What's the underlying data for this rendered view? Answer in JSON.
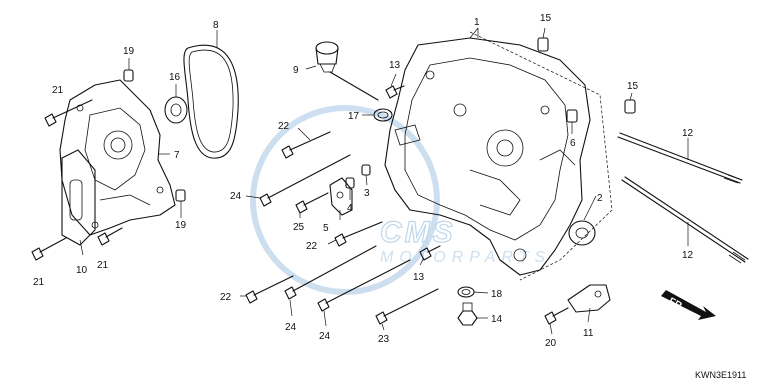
{
  "watermark": {
    "brand": "CMS",
    "sub": "MOTORPARTS",
    "color": "#b7d3ea"
  },
  "direction": {
    "label": "FR.",
    "icon": "forward-arrow-icon"
  },
  "diagram_code": "KWN3E1911",
  "callouts": {
    "c1": "1",
    "c2": "2",
    "c3": "3",
    "c4": "4",
    "c5": "5",
    "c6": "6",
    "c7": "7",
    "c8": "8",
    "c9": "9",
    "c10": "10",
    "c11": "11",
    "c12a": "12",
    "c12b": "12",
    "c13a": "13",
    "c13b": "13",
    "c14": "14",
    "c15a": "15",
    "c15b": "15",
    "c16": "16",
    "c17": "17",
    "c18": "18",
    "c19a": "19",
    "c19b": "19",
    "c20": "20",
    "c21a": "21",
    "c21b": "21",
    "c21c": "21",
    "c22a": "22",
    "c22b": "22",
    "c22c": "22",
    "c23": "23",
    "c24a": "24",
    "c24b": "24",
    "c24c": "24",
    "c25": "25"
  }
}
